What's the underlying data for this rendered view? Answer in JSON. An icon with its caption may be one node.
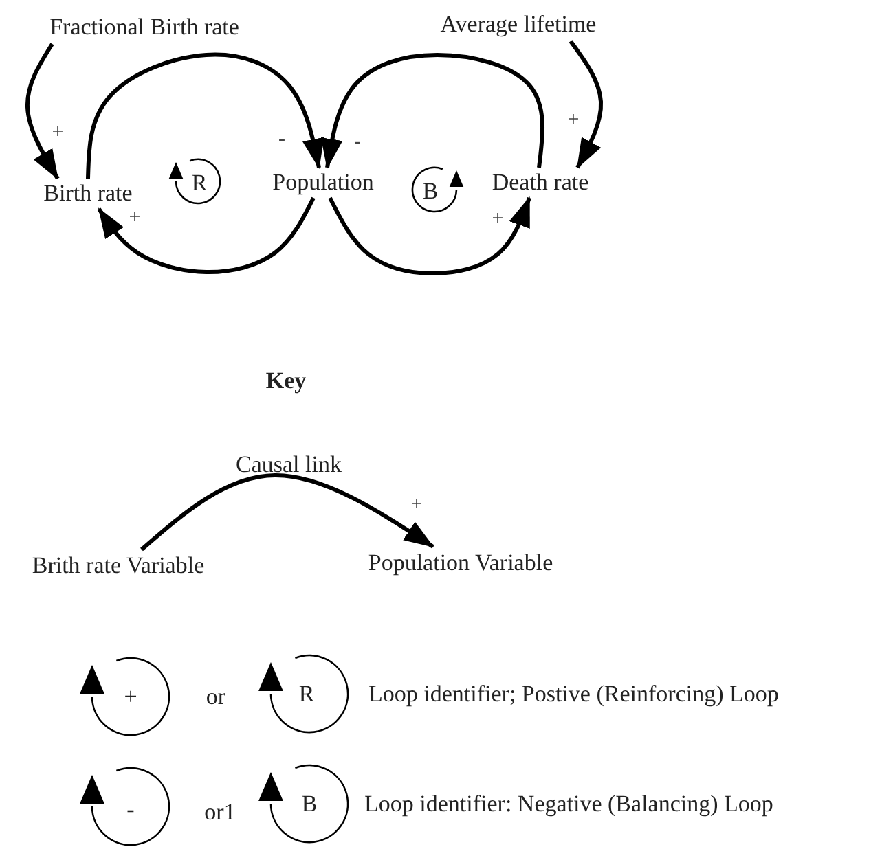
{
  "diagram": {
    "nodes": [
      {
        "text": [
          "Fractional Birth rate"
        ]
      },
      {
        "text": [
          "Average lifetime"
        ]
      },
      {
        "text": [
          "Birth rate"
        ]
      },
      {
        "text": [
          "Population"
        ]
      },
      {
        "text": [
          "Death rate"
        ]
      },
      {
        "text": [
          "Brith rate Variable"
        ]
      },
      {
        "text": [
          "Population Variable"
        ]
      }
    ],
    "edges": [
      {
        "from": 0,
        "to": 2,
        "arrow": "to",
        "label": "+"
      },
      {
        "from": 2,
        "to": 3,
        "arrow": "to",
        "label": "-"
      },
      {
        "from": 3,
        "to": 2,
        "arrow": "to",
        "label": "+"
      },
      {
        "from": 4,
        "to": 3,
        "arrow": "to",
        "label": "-"
      },
      {
        "from": 3,
        "to": 4,
        "arrow": "to",
        "label": "+"
      },
      {
        "from": 1,
        "to": 4,
        "arrow": "to",
        "label": "+"
      },
      {
        "from": 5,
        "to": 6,
        "arrow": "to",
        "label": "+"
      }
    ],
    "labels": [
      "R",
      "B",
      "Key",
      "Causal link",
      "+",
      "or",
      "R",
      "Loop identifier; Postive (Reinforcing) Loop",
      "-",
      "or1",
      "B",
      "Loop identifier: Negative (Balancing) Loop"
    ]
  }
}
